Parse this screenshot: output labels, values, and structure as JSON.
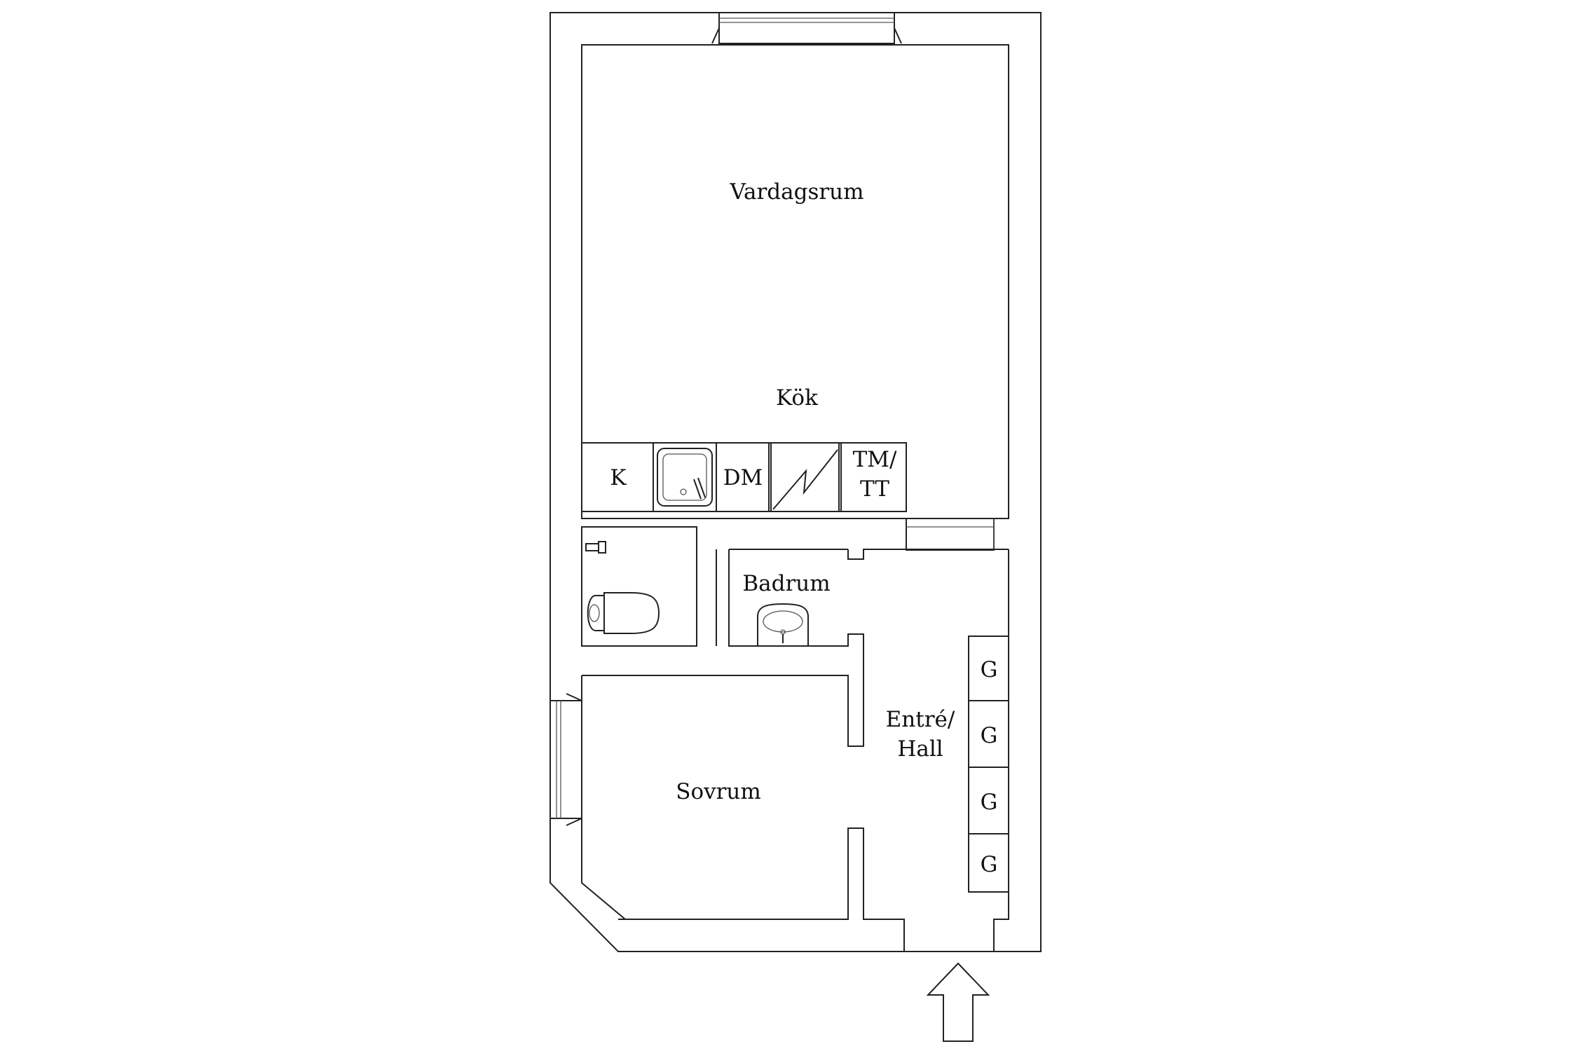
{
  "rooms": {
    "vardagsrum": "Vardagsrum",
    "kok": "Kök",
    "badrum": "Badrum",
    "sovrum": "Sovrum",
    "entre_line1": "Entré/",
    "entre_line2": "Hall"
  },
  "kitchen": {
    "fridge": "K",
    "dishwasher": "DM",
    "washer_line1": "TM/",
    "washer_line2": "TT"
  },
  "wardrobes": [
    "G",
    "G",
    "G",
    "G"
  ]
}
